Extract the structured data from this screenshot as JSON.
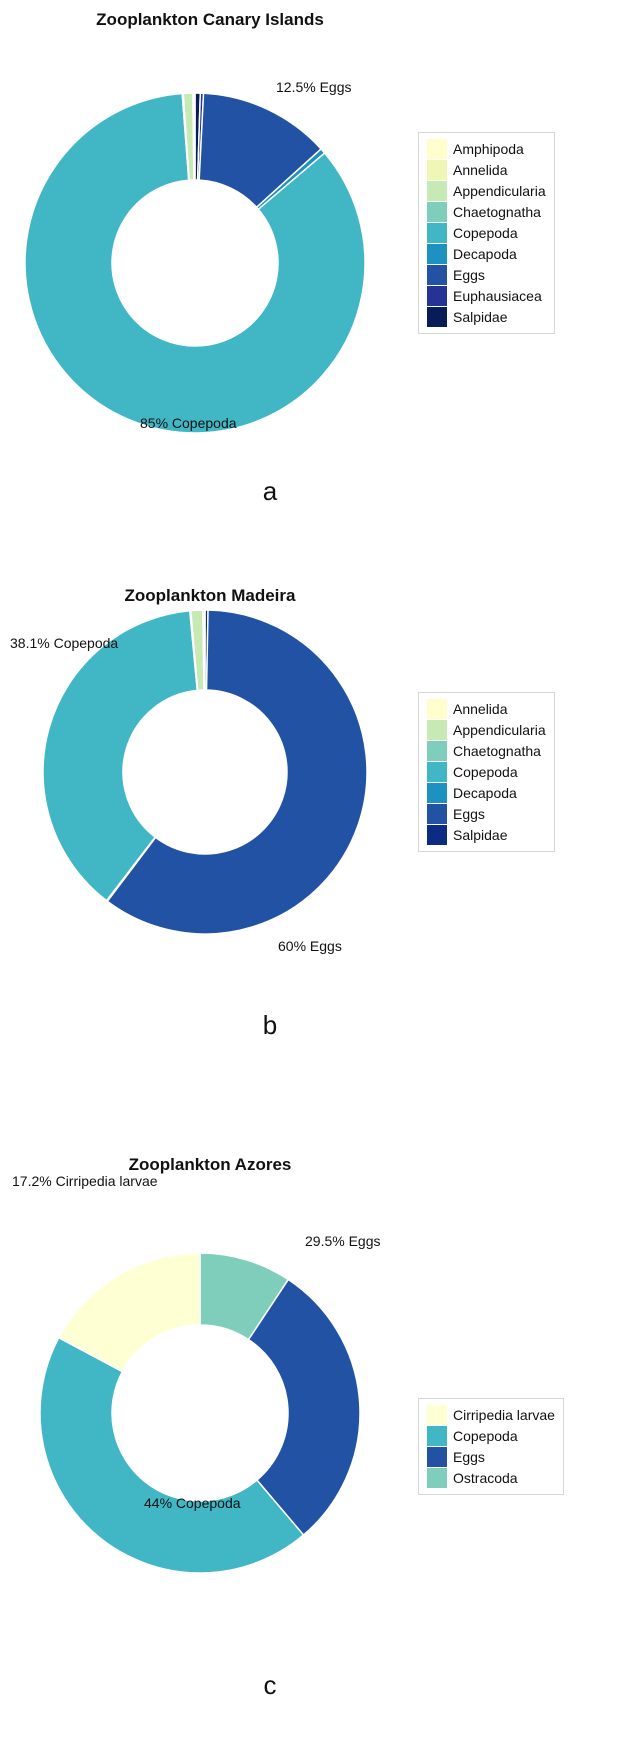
{
  "chart_data": [
    {
      "type": "pie",
      "title": "Zooplankton Canary Islands",
      "panel_label": "a",
      "categories": [
        "Amphipoda",
        "Annelida",
        "Appendicularia",
        "Chaetognatha",
        "Copepoda",
        "Decapoda",
        "Eggs",
        "Euphausiacea",
        "Salpidae"
      ],
      "series": [
        {
          "values": [
            0.1,
            0.1,
            0.9,
            0.1,
            85.0,
            0.5,
            12.5,
            0.3,
            0.5
          ]
        }
      ],
      "colors": [
        "#ffffcc",
        "#eef8b4",
        "#c7e9b4",
        "#7fcdbb",
        "#41b6c4",
        "#1d91c0",
        "#2152a3",
        "#253494",
        "#081d58"
      ],
      "annotations": [
        {
          "text": "12.5% Eggs",
          "category": "Eggs"
        },
        {
          "text": "85% Copepoda",
          "category": "Copepoda"
        }
      ],
      "legend_position": "right"
    },
    {
      "type": "pie",
      "title": "Zooplankton Madeira",
      "panel_label": "b",
      "categories": [
        "Annelida",
        "Appendicularia",
        "Chaetognatha",
        "Copepoda",
        "Decapoda",
        "Eggs",
        "Salpidae"
      ],
      "series": [
        {
          "values": [
            0.2,
            1.2,
            0.1,
            38.1,
            0.1,
            60.0,
            0.3
          ]
        }
      ],
      "colors": [
        "#ffffcc",
        "#c7e9b4",
        "#7fcdbb",
        "#41b6c4",
        "#1d91c0",
        "#2152a3",
        "#0c2c84"
      ],
      "annotations": [
        {
          "text": "38.1% Copepoda",
          "category": "Copepoda"
        },
        {
          "text": "60% Eggs",
          "category": "Eggs"
        }
      ],
      "legend_position": "right"
    },
    {
      "type": "pie",
      "title": "Zooplankton Azores",
      "panel_label": "c",
      "categories": [
        "Cirripedia larvae",
        "Copepoda",
        "Eggs",
        "Ostracoda"
      ],
      "series": [
        {
          "values": [
            17.2,
            44.0,
            29.5,
            9.3
          ]
        }
      ],
      "colors": [
        "#ffffd4",
        "#41b6c4",
        "#2152a3",
        "#7fcdbb"
      ],
      "slice_order": [
        "Ostracoda",
        "Eggs",
        "Copepoda",
        "Cirripedia larvae"
      ],
      "annotations": [
        {
          "text": "17.2% Cirripedia larvae",
          "category": "Cirripedia larvae"
        },
        {
          "text": "29.5% Eggs",
          "category": "Eggs"
        },
        {
          "text": "44% Copepoda",
          "category": "Copepoda"
        }
      ],
      "legend_position": "right"
    }
  ]
}
